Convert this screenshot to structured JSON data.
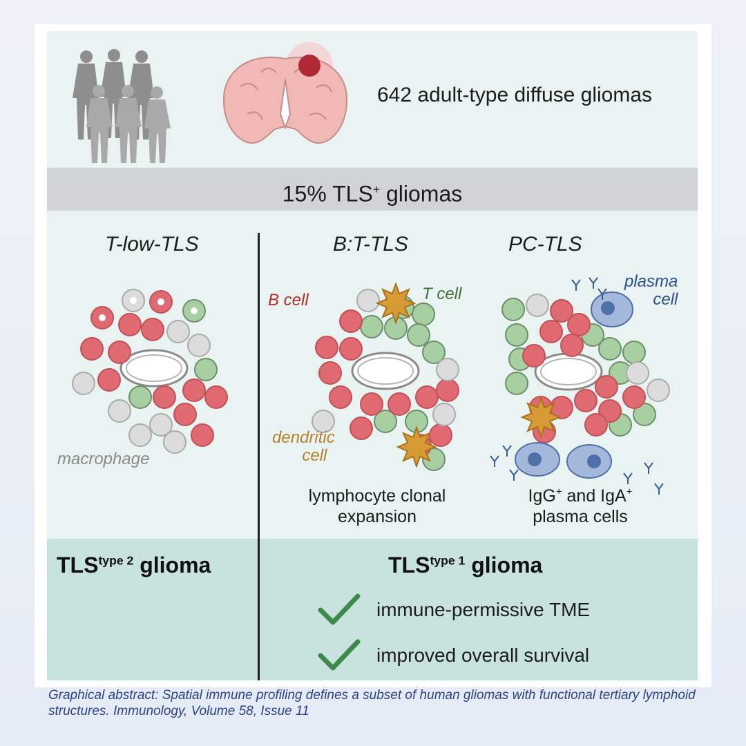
{
  "header": {
    "cohort_text": "642 adult-type diffuse gliomas",
    "band_main": "15% TLS",
    "band_sup": "+",
    "band_rest": " gliomas"
  },
  "columns": {
    "col1_title": "T-low-TLS",
    "col2_title": "B:T-TLS",
    "col3_title": "PC-TLS"
  },
  "labels": {
    "macrophage": "macrophage",
    "b_cell": "B cell",
    "t_cell": "T cell",
    "dendritic_1": "dendritic",
    "dendritic_2": "cell",
    "plasma_1": "plasma",
    "plasma_2": "cell"
  },
  "captions": {
    "bt_line1": "lymphocyte clonal",
    "bt_line2": "expansion",
    "pc_line1_a": "IgG",
    "pc_line1_sup1": "+",
    "pc_line1_b": " and IgA",
    "pc_line1_sup2": "+",
    "pc_line2": "plasma cells"
  },
  "bottom": {
    "type2_main": "TLS",
    "type2_sup": "type 2",
    "type2_rest": " glioma",
    "type1_main": "TLS",
    "type1_sup": "type 1",
    "type1_rest": " glioma",
    "check1": "immune-permissive TME",
    "check2": "improved overall survival"
  },
  "footer": {
    "caption": "Graphical abstract: Spatial immune profiling defines a subset of human gliomas with functional tertiary lymphoid structures. Immunology, Volume 58, Issue 11"
  },
  "colors": {
    "b_cell": "#e06a72",
    "t_cell": "#8fb08d",
    "macrophage": "#d2d2d2",
    "dendritic": "#d89a35",
    "plasma": "#7f9ccc",
    "check": "#3e8a4c",
    "label_b": "#b02a2a",
    "label_t": "#3f6f3f",
    "label_dc": "#b6802a",
    "label_pc": "#2a4f8f",
    "label_mac": "#8a8a8a"
  }
}
